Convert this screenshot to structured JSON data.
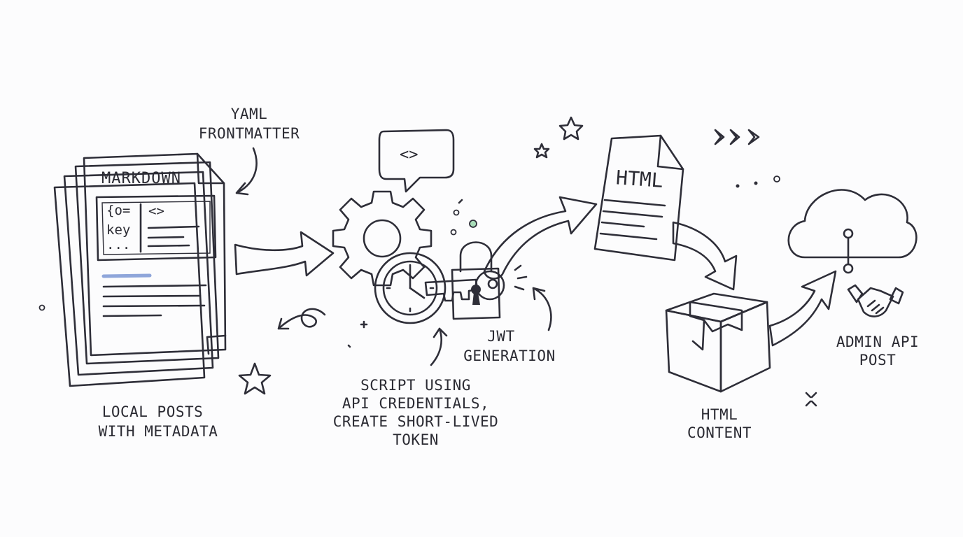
{
  "markdown_doc": {
    "title": "MARKDOWN",
    "frontmatter_lines": [
      "{o=",
      "key",
      "..."
    ],
    "code_symbol": "<>"
  },
  "frontmatter_note": {
    "lines": [
      "YAML",
      "FRONTMATTER"
    ]
  },
  "local_posts_caption": {
    "lines": [
      "LOCAL POSTS",
      "WITH METADATA"
    ]
  },
  "speech_bubble": {
    "symbol": "<>"
  },
  "script_caption": {
    "lines": [
      "SCRIPT USING",
      "API CREDENTIALS,",
      "CREATE SHORT-LIVED",
      "TOKEN"
    ]
  },
  "jwt_caption": {
    "lines": [
      "JWT",
      "GENERATION"
    ]
  },
  "html_doc": {
    "title": "HTML"
  },
  "html_caption": {
    "lines": [
      "HTML",
      "CONTENT"
    ]
  },
  "admin_caption": {
    "lines": [
      "ADMIN API",
      "POST"
    ]
  },
  "icons": [
    "document-stack-icon",
    "gear-icon",
    "clock-icon",
    "key-icon",
    "padlock-icon",
    "speech-bubble-icon",
    "html-document-icon",
    "package-box-icon",
    "cloud-icon",
    "handshake-icon",
    "star-icon",
    "chevrons-icon"
  ],
  "colors": {
    "ink": "#2e2e38",
    "doc_fill": "#e8effa",
    "frontmatter_fill": "#c9c3ec",
    "gear": "#9d96d6",
    "clock_ring": "#efa98c",
    "key": "#f3c06b",
    "lock": "#9fd9b4",
    "bubble": "#bde8cc",
    "arrow_blue": "#9fb6e4",
    "arrow_purple": "#b8b0e6",
    "arrow_green": "#a8ddb8",
    "arrow_orange": "#f2a77f",
    "box": "#f6c48c",
    "cloud": "#e3ecf9",
    "star_blue": "#a9b9e8",
    "star_orange": "#f4b48a"
  }
}
